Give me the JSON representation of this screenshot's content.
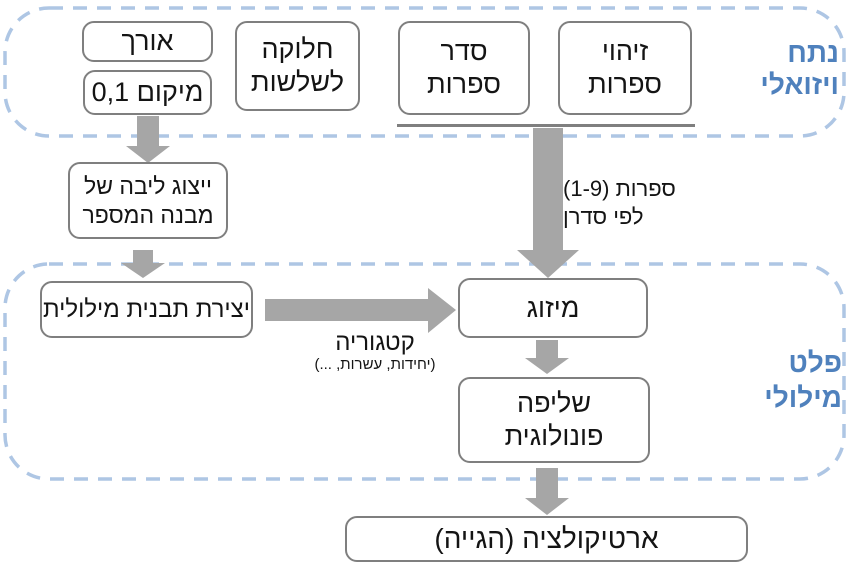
{
  "colors": {
    "accent_blue": "#4f81bd",
    "container_dash": "#aec6e4",
    "box_border": "#7f7f7f",
    "arrow_gray": "#a6a6a6",
    "underline_gray": "#7f7f7f"
  },
  "visual_section": {
    "label": {
      "line1": "נתח",
      "line2": "ויזואלי"
    },
    "length_box": "אורך",
    "position_box": "מיקום 0,1",
    "triplets_box": {
      "line1": "חלוקה",
      "line2": "לשלשות"
    },
    "digit_order_box": {
      "line1": "סדר",
      "line2": "ספרות"
    },
    "digit_identification_box": {
      "line1": "זיהוי",
      "line2": "ספרות"
    }
  },
  "middle": {
    "core_representation_box": {
      "line1": "ייצוג ליבה של",
      "line2": "מבנה המספר"
    },
    "digits_arrow_label": {
      "line1": "ספרות (1-9)",
      "line2": "לפי סדרן"
    }
  },
  "verbal_section": {
    "label": {
      "line1": "פלט",
      "line2": "מילולי"
    },
    "verbal_template_box": "יצירת תבנית מילולית",
    "category_arrow_label": {
      "line1": "קטגוריה",
      "line2": "(יחידות, עשרות, ...)"
    },
    "merge_box": "מיזוג",
    "phonological_retrieval_box": {
      "line1": "שליפה",
      "line2": "פונולוגית"
    }
  },
  "articulation_box": "ארטיקולציה (הגייה)"
}
